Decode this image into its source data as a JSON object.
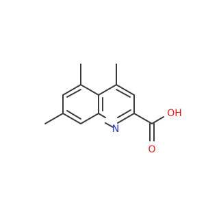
{
  "molecule": {
    "atoms": [
      {
        "id": "N1",
        "symbol": "N",
        "color": "#1f2fc7"
      },
      {
        "id": "O1",
        "symbol": "O",
        "color": "#e0191a"
      },
      {
        "id": "O2",
        "symbol": "OH",
        "color": "#e0191a"
      }
    ],
    "bond_color": "#3a3a3a"
  }
}
